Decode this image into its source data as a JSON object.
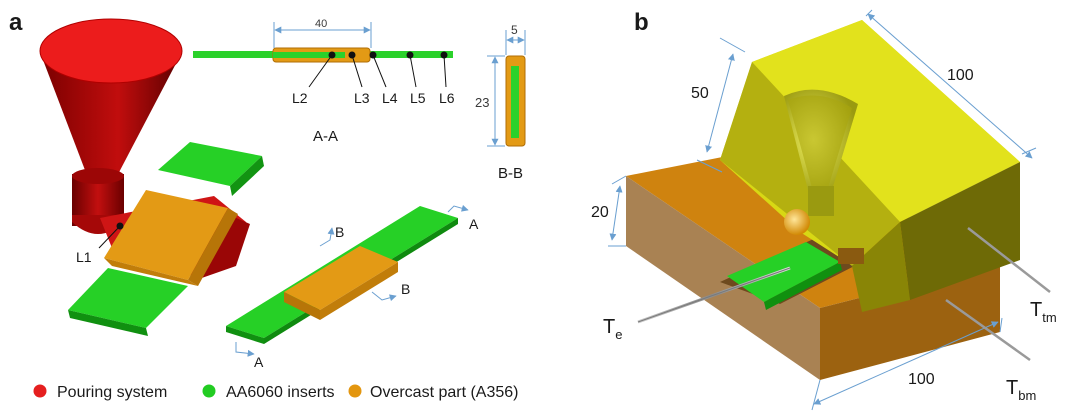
{
  "panels": {
    "a": "a",
    "b": "b"
  },
  "section_aa": {
    "dimension": "40",
    "points": [
      "L2",
      "L3",
      "L4",
      "L5",
      "L6"
    ],
    "caption": "A-A"
  },
  "section_bb": {
    "width_dimension": "5",
    "height_dimension": "23",
    "caption": "B-B"
  },
  "model_a": {
    "point_label": "L1"
  },
  "cut_marks": {
    "a": "A",
    "b": "B"
  },
  "legend": [
    {
      "label": "Pouring system",
      "color": "#e51f1f"
    },
    {
      "label": "AA6060 inserts",
      "color": "#22cc22"
    },
    {
      "label": "Overcast part (A356)",
      "color": "#e3960f"
    }
  ],
  "mould": {
    "dims": {
      "height_top": "50",
      "length_top": "100",
      "height_base": "20",
      "length_base": "100"
    },
    "thermocouples": {
      "te": {
        "main": "T",
        "sub": "e"
      },
      "ttm": {
        "main": "T",
        "sub": "tm"
      },
      "tbm": {
        "main": "T",
        "sub": "bm"
      }
    }
  }
}
